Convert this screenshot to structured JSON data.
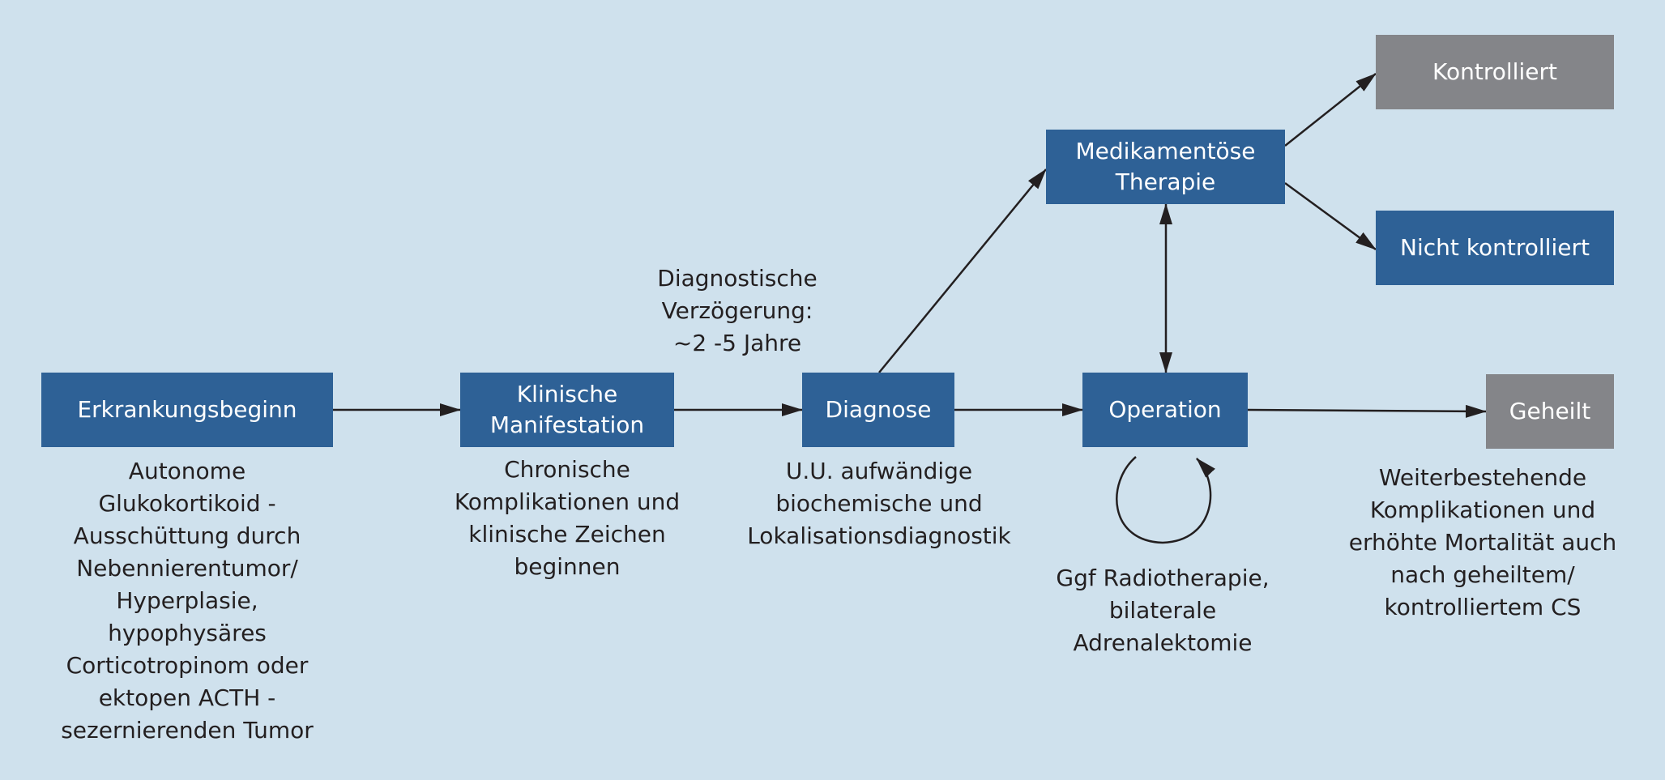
{
  "colors": {
    "background": "#cfe1ed",
    "primary_box": "#2e6196",
    "outcome_box": "#848589",
    "arrow": "#231f20"
  },
  "boxes": {
    "onset": "Erkrankungsbeginn",
    "manifestation": [
      "Klinische",
      "Manifestation"
    ],
    "diagnosis": "Diagnose",
    "medication": [
      "Medikamentöse",
      "Therapie"
    ],
    "operation": "Operation",
    "controlled": "Kontrolliert",
    "not_controlled": "Nicht kontrolliert",
    "cured": "Geheilt"
  },
  "notes": {
    "onset": [
      "Autonome",
      "Glukokortikoid -",
      "Ausschüttung durch",
      "Nebennierentumor/",
      "Hyperplasie,",
      "hypophysäres",
      "Corticotropinom oder",
      "ektopen ACTH -",
      "sezernierenden Tumor"
    ],
    "manifestation": [
      "Chronische",
      "Komplikationen und",
      "klinische Zeichen",
      "beginnen"
    ],
    "delay": [
      "Diagnostische",
      "Verzögerung:",
      "~2 -5 Jahre"
    ],
    "diagnosis": [
      "U.U. aufwändige",
      "biochemische und",
      "Lokalisationsdiagnostik"
    ],
    "operation": [
      "Ggf Radiotherapie,",
      "bilaterale",
      "Adrenalektomie"
    ],
    "cured": [
      "Weiterbestehende",
      "Komplikationen und",
      "erhöhte Mortalität auch",
      "nach geheiltem/",
      "kontrolliertem CS"
    ]
  }
}
